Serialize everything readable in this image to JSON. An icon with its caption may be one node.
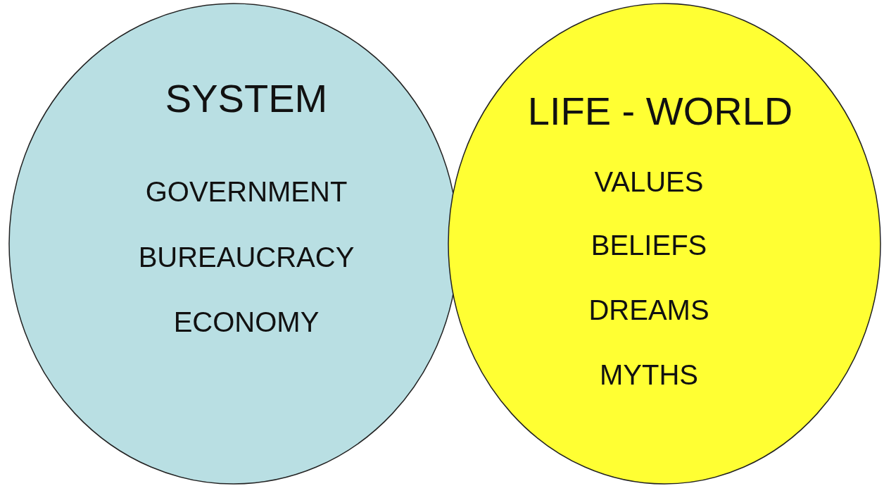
{
  "diagram": {
    "nodes": [
      {
        "text": [
          "SYSTEM",
          "GOVERNMENT",
          "BUREAUCRACY",
          "ECONOMY"
        ]
      },
      {
        "text": [
          "LIFE - WORLD",
          "VALUES",
          "BELIEFS",
          "DREAMS",
          "MYTHS"
        ]
      }
    ]
  }
}
